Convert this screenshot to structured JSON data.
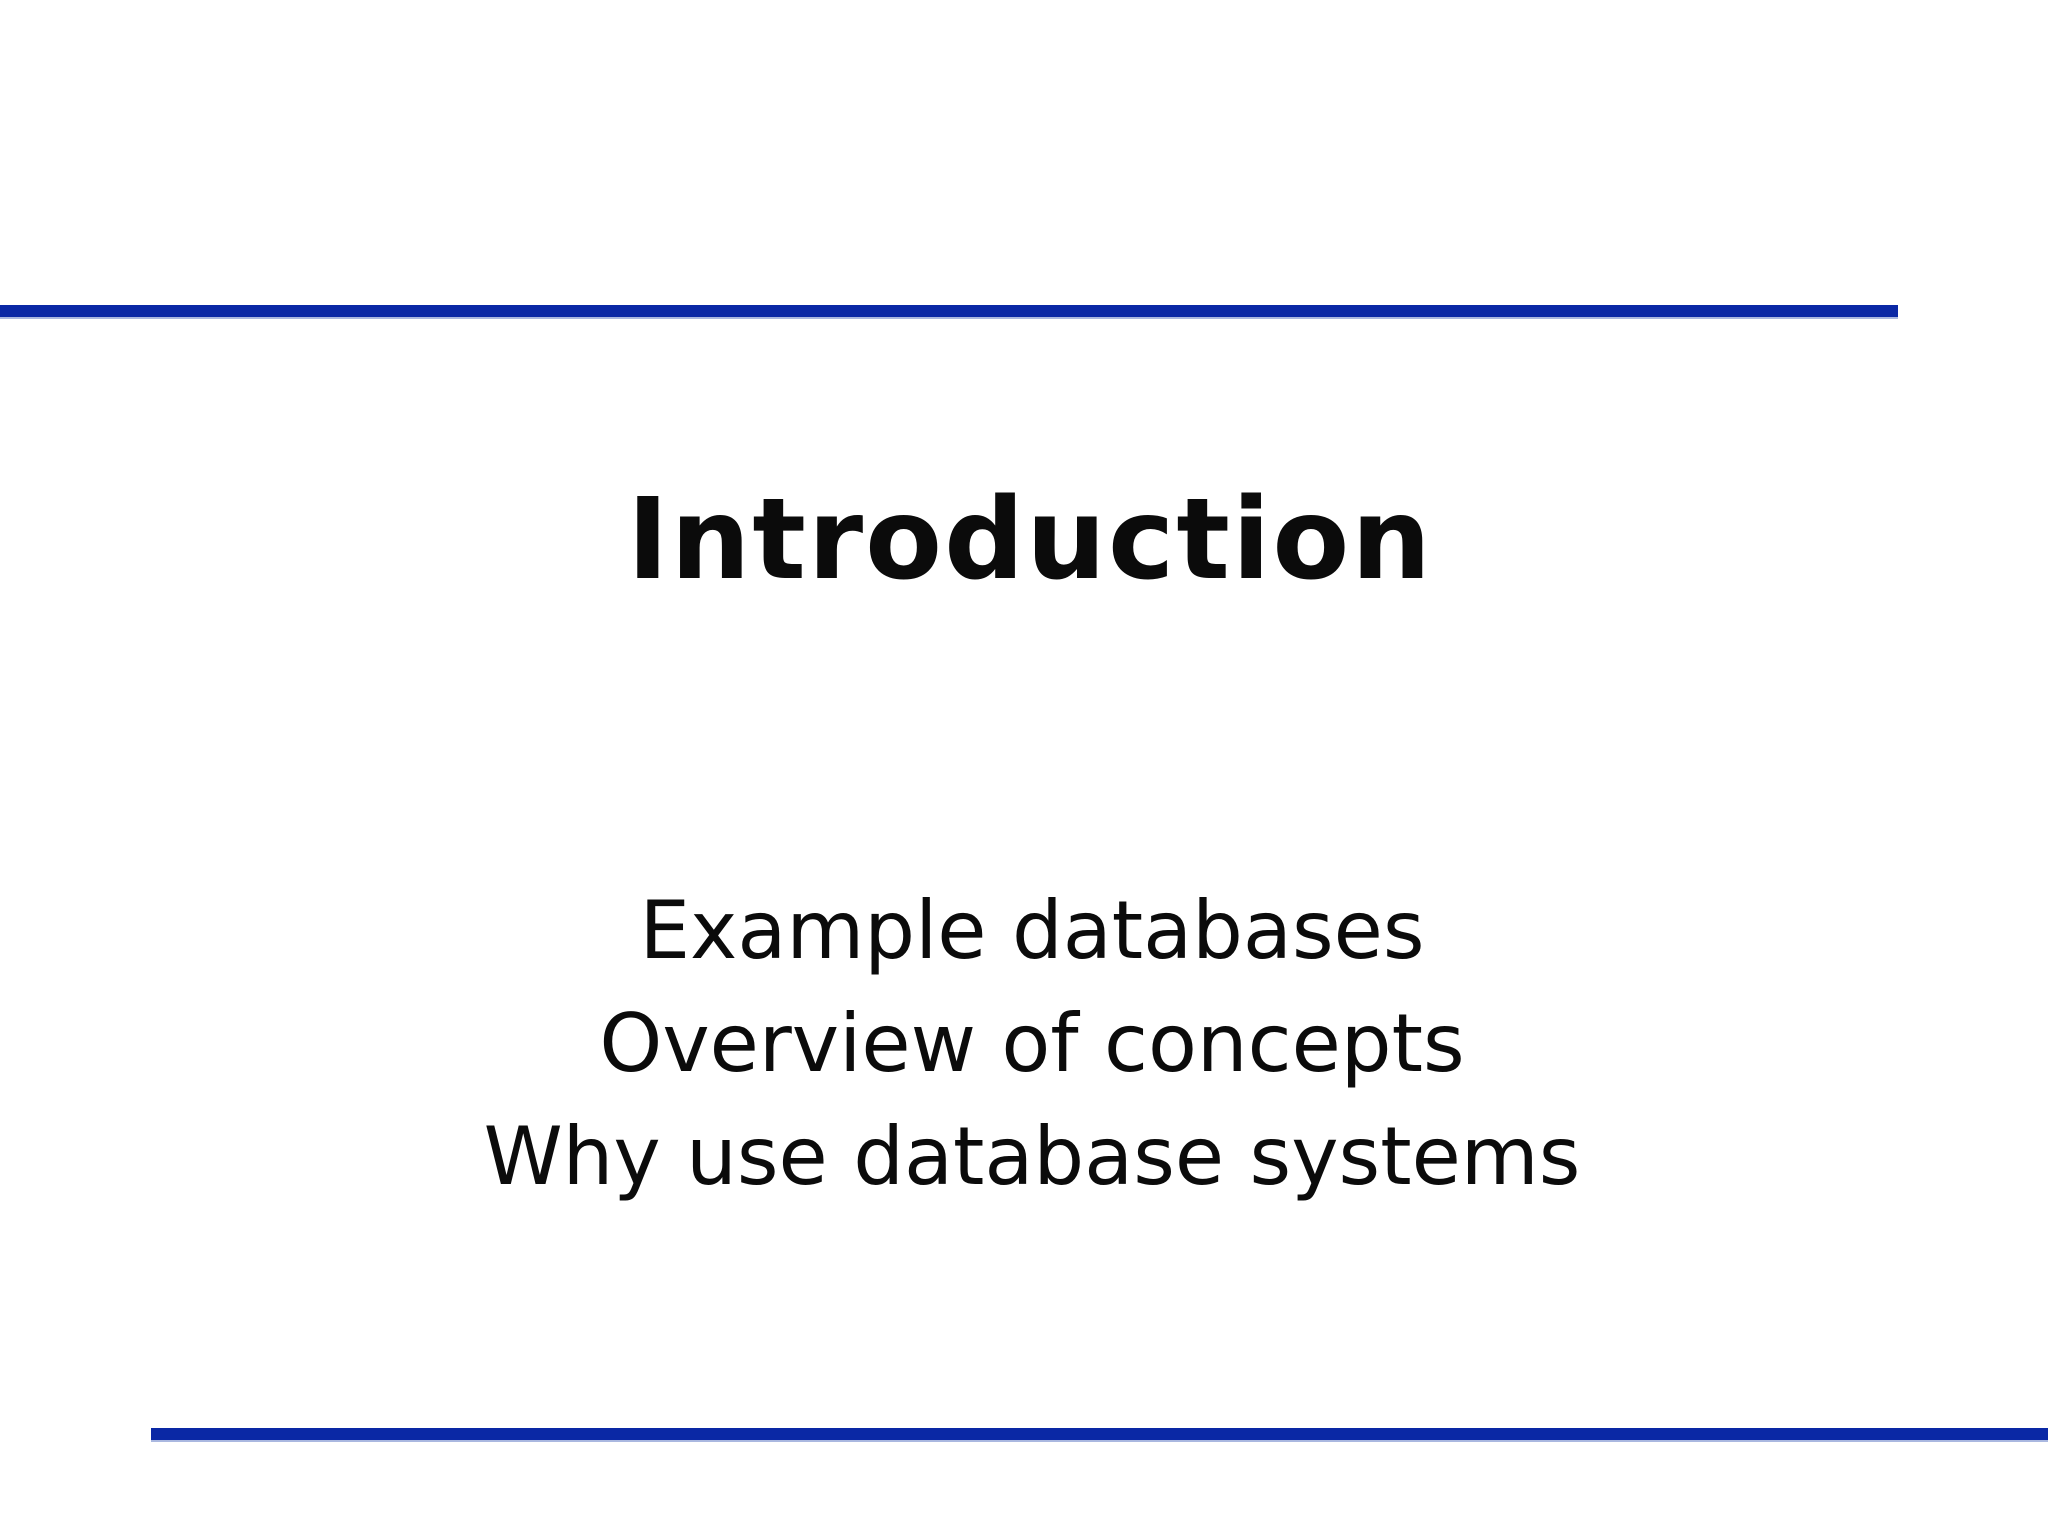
{
  "slide": {
    "title": "Introduction",
    "body_lines": [
      "Example databases",
      "Overview of concepts",
      "Why use database systems"
    ],
    "colors": {
      "accent_rule": "#0a28a5",
      "text": "#0b0b0b",
      "background": "#ffffff"
    }
  }
}
